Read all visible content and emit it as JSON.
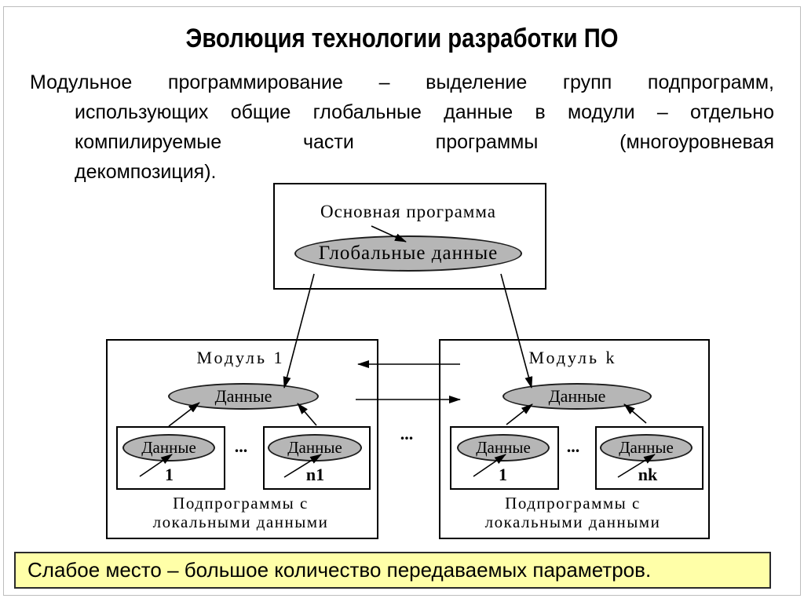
{
  "slide": {
    "title": "Эволюция технологии разработки ПО",
    "paragraph_lines": [
      "Модульное программирование – выделение групп подпрограмм,",
      "использующих общие глобальные данные в модули – отдельно",
      "компилируемые части программы (многоуровневая",
      "декомпозиция)."
    ],
    "footer_note": "Слабое место – большое количество передаваемых параметров."
  },
  "diagram": {
    "main_program": {
      "label": "Основная программа",
      "global_data_label": "Глобальные данные"
    },
    "modules": [
      {
        "title": "Модуль 1",
        "data_label": "Данные",
        "subroutines": [
          {
            "data_label": "Данные",
            "index": "1"
          },
          {
            "data_label": "Данные",
            "index": "n1"
          }
        ],
        "dots": "...",
        "caption_line1": "Подпрограммы с",
        "caption_line2": "локальными данными"
      },
      {
        "title": "Модуль k",
        "data_label": "Данные",
        "subroutines": [
          {
            "data_label": "Данные",
            "index": "1"
          },
          {
            "data_label": "Данные",
            "index": "nk"
          }
        ],
        "dots": "...",
        "caption_line1": "Подпрограммы с",
        "caption_line2": "локальными данными"
      }
    ],
    "inter_module_dots": "...",
    "colors": {
      "ellipse_fill": "#b6b6b6",
      "footer_background": "#ffffa8",
      "line_color": "#000000"
    }
  }
}
